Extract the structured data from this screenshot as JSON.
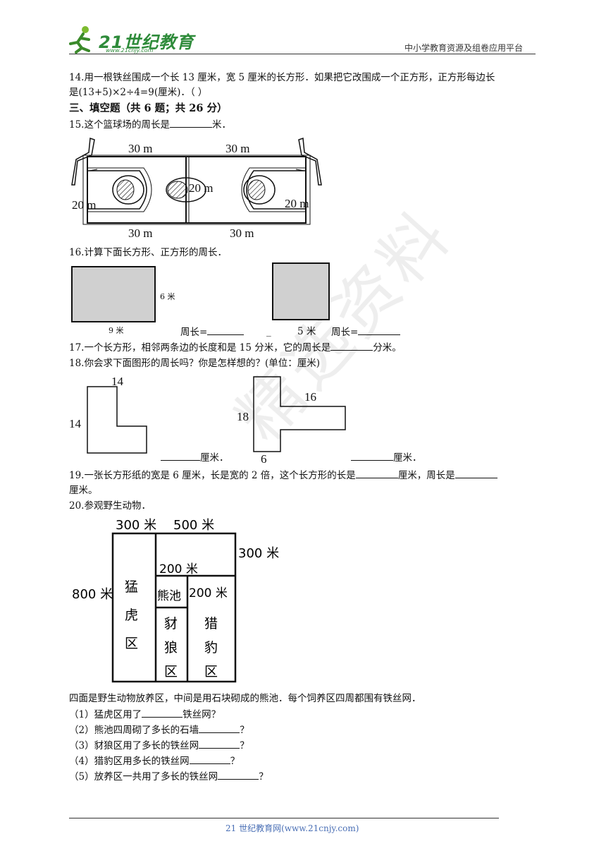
{
  "header": {
    "logo_text": "21世纪教育",
    "logo_url": "www.21cnjy.com",
    "platform": "中小学教育资源及组卷应用平台"
  },
  "watermark": "精选资料",
  "q14": {
    "line1": "14.用一根铁丝围成一个长 13 厘米，宽 5 厘米的长方形．如果把它改围成一个正方形，正方形每边长",
    "line2": "是(13+5)×2÷4=9(厘米)．（ ）"
  },
  "section3": {
    "title": "三、填空题（共 6 题；共 26 分）"
  },
  "q15": {
    "text_before": "15.这个篮球场的周长是",
    "text_after": "米．",
    "labels": {
      "top_left": "30 m",
      "top_right": "30 m",
      "bottom_left": "30 m",
      "bottom_right": "30 m",
      "left": "20 m",
      "center": "20 m",
      "right": "20 m"
    }
  },
  "q16": {
    "text": "16.计算下面长方形、正方形的周长．",
    "rect_height": "6 米",
    "rect_width": "9 米",
    "perim1": "周长=",
    "dash": "_",
    "square_side": "5 米",
    "perim2": "周长="
  },
  "q17": {
    "text_before": "17.一个长方形，相邻两条边的长度和是 15 分米，它的周长是",
    "text_after": "分米。"
  },
  "q18": {
    "text": "18.你会求下面图形的周长吗？你是怎样想的？(单位：厘米)",
    "l_top": "14",
    "l_left": "14",
    "t_top": "16",
    "t_left": "18",
    "t_bottom": "6",
    "unit": "厘米．"
  },
  "q19": {
    "line1_a": "19.一张长方形纸的宽是 6 厘米，长是宽的 2 倍，这个长方形的长是",
    "line1_b": "厘米，周长是",
    "line2": "厘米。"
  },
  "q20": {
    "text": "20.参观野生动物．",
    "labels": {
      "top_left": "300 米",
      "top_right": "500 米",
      "right": "300 米",
      "left": "800 米",
      "mid": "200 米",
      "pool_right": "200 米",
      "tiger": [
        "猛",
        "虎",
        "区"
      ],
      "pool": "熊池",
      "jackal": [
        "豺",
        "狼",
        "区"
      ],
      "leopard": [
        "猎",
        "豹",
        "区"
      ]
    },
    "desc": "四面是野生动物放养区，中间是用石块砌成的熊池．每个饲养区四周都围有铁丝网．",
    "sub": [
      {
        "before": "（1）猛虎区用了",
        "after": "铁丝网？"
      },
      {
        "before": "（2）熊池四周砌了多长的石墙",
        "after": "？"
      },
      {
        "before": "（3）豺狼区用了多长的铁丝网",
        "after": "？"
      },
      {
        "before": "（4）猎豹区用多长的铁丝网",
        "after": "？"
      },
      {
        "before": "（5）放养区一共用了多长的铁丝网",
        "after": "？"
      }
    ]
  },
  "footer": {
    "text": "21 世纪教育网(www.21cnjy.com)"
  }
}
